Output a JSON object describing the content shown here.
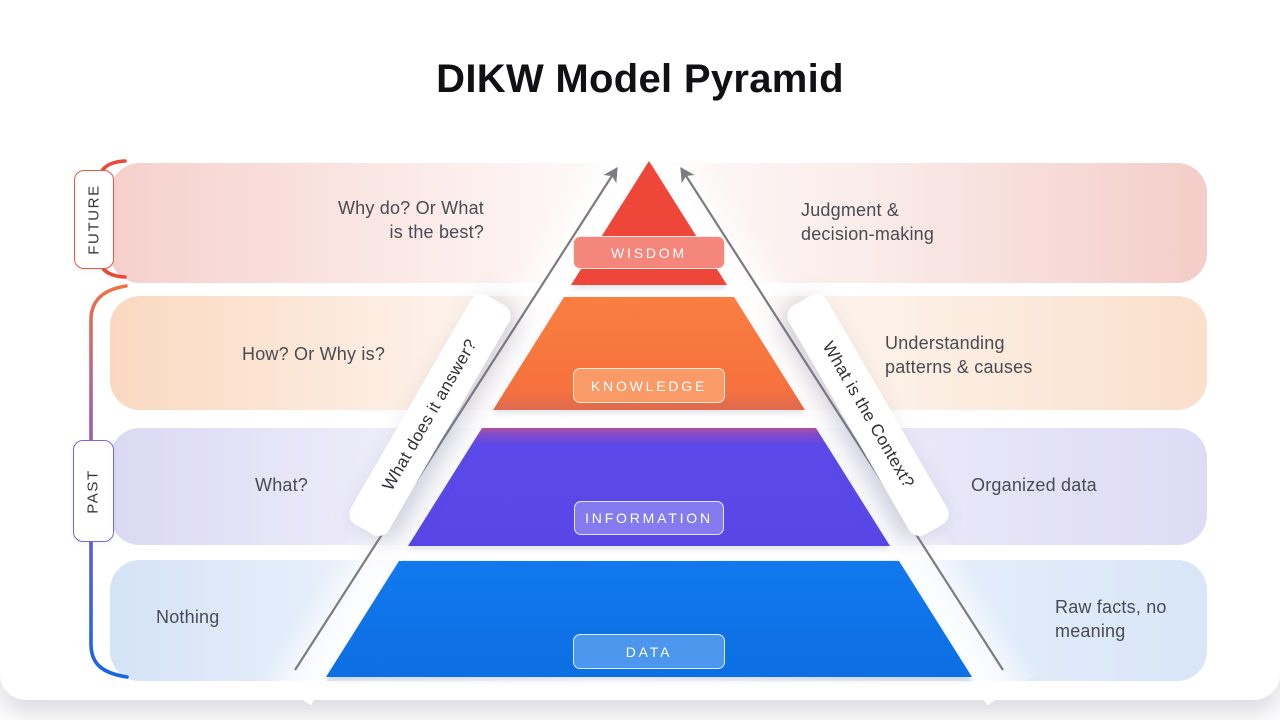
{
  "title": "DIKW Model Pyramid",
  "side_labels": {
    "future": "FUTURE",
    "past": "PAST"
  },
  "pyramid": {
    "levels": [
      {
        "label": "WISDOM",
        "color": "#EE4639"
      },
      {
        "label": "KNOWLEDGE",
        "color": "#F87B40"
      },
      {
        "label": "INFORMATION",
        "color": "#5A49E8"
      },
      {
        "label": "DATA",
        "color": "#0F73E9"
      }
    ]
  },
  "rows": [
    {
      "era": "FUTURE",
      "question": "Why do? Or What\nis the best?",
      "description": "Judgment &\ndecision-making"
    },
    {
      "era": "PAST",
      "question": "How? Or Why is?",
      "description": "Understanding\npatterns & causes"
    },
    {
      "era": "PAST",
      "question": "What?",
      "description": "Organized data"
    },
    {
      "era": "PAST",
      "question": "Nothing",
      "description": "Raw facts, no\nmeaning"
    }
  ],
  "ribbons": {
    "left": "What does it answer?",
    "right": "What is the Context?"
  },
  "colors": {
    "future_bracket": "#E84B3A",
    "past_bracket_top": "#EF7342",
    "past_bracket_middle": "#7E58D5",
    "past_bracket_bottom": "#1566E3",
    "arrow": "#7C7C80",
    "band_future": "#F4CDC8",
    "band_knowledge": "#FADFCB",
    "band_information": "#DEDBF5",
    "band_data": "#D8E6F8"
  }
}
